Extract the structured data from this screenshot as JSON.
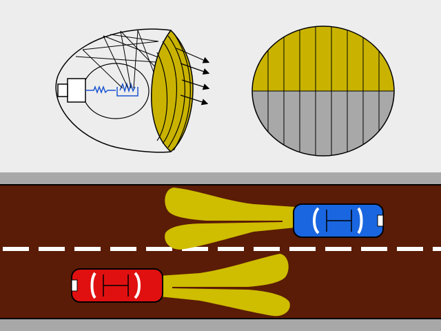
{
  "colors": {
    "background": "#ededed",
    "lens_fill": "#c9b300",
    "beam_fill": "#cfbd00",
    "lens_bottom": "#a8a8a8",
    "road": "#5a1c06",
    "road_edge": "#a8a8a8",
    "lane_dash": "#ffffff",
    "car_blue": "#1a66e0",
    "car_red": "#e01010",
    "outline": "#000000",
    "filament": "#1a55d0"
  },
  "diagram": {
    "components": [
      "headlamp-reflector",
      "bulb",
      "filament",
      "lens",
      "light-rays",
      "lens-front-view",
      "road",
      "oncoming-car",
      "own-car",
      "low-beam-patterns"
    ],
    "rays_count": 4,
    "lens_segments": 9,
    "cars": [
      {
        "name": "blue-car",
        "direction": "left",
        "color": "#1a66e0"
      },
      {
        "name": "red-car",
        "direction": "right",
        "color": "#e01010"
      }
    ]
  }
}
